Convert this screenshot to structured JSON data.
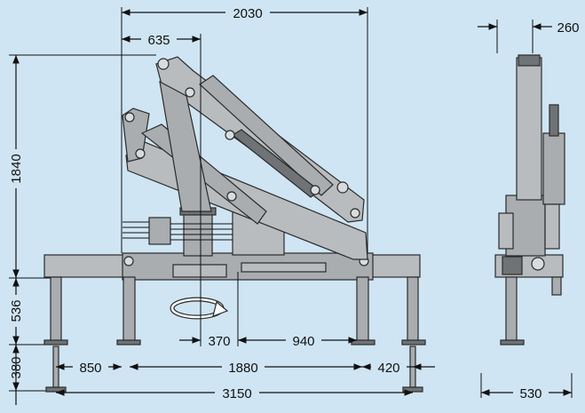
{
  "dimensions": {
    "reach_top": "2030",
    "offset_top": "635",
    "side_width_top": "260",
    "height_total": "1840",
    "leg_height": "536",
    "leg_extension": "380",
    "offset_370": "370",
    "offset_940": "940",
    "span_850": "850",
    "span_1880": "1880",
    "span_420": "420",
    "total_3150": "3150",
    "side_width_bottom": "530"
  },
  "colors": {
    "background": "#cfe5f3",
    "metal": "#a9adb0",
    "outline": "#2b2b2b"
  }
}
